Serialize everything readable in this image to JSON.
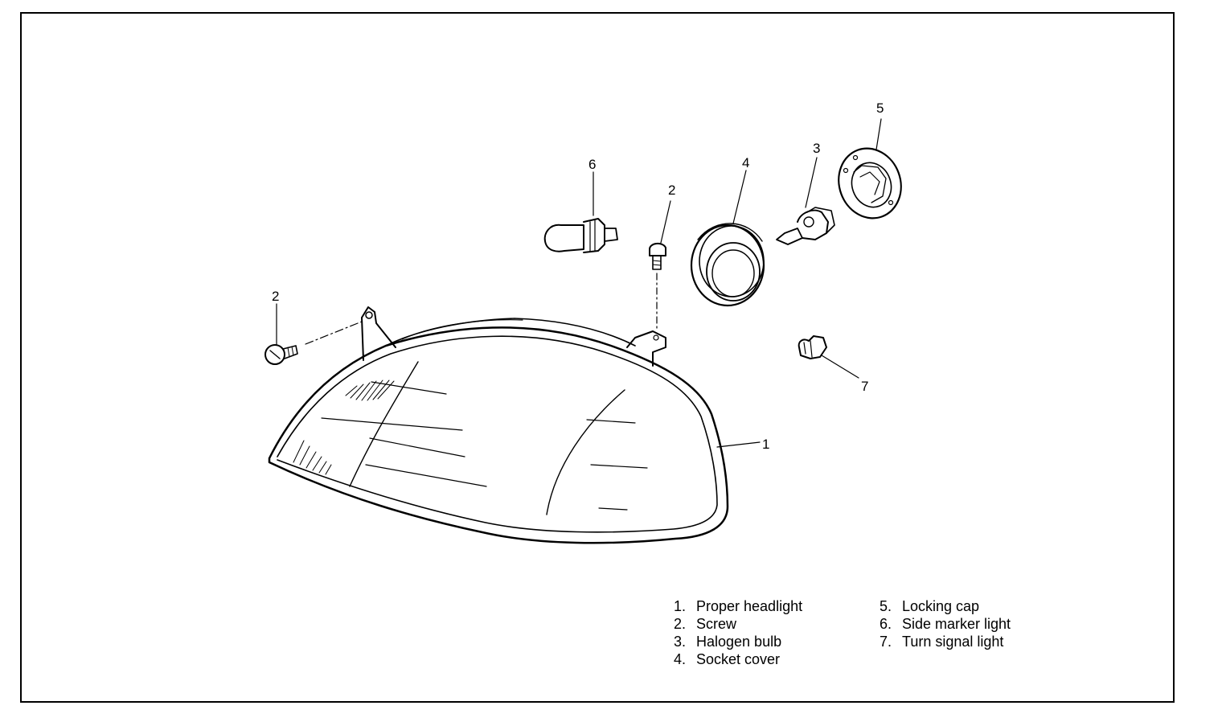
{
  "callouts": {
    "c1": "1",
    "c2a": "2",
    "c2b": "2",
    "c3": "3",
    "c4": "4",
    "c5": "5",
    "c6": "6",
    "c7": "7"
  },
  "legend": {
    "left": [
      {
        "num": "1.",
        "label": "Proper headlight"
      },
      {
        "num": "2.",
        "label": "Screw"
      },
      {
        "num": "3.",
        "label": "Halogen bulb"
      },
      {
        "num": "4.",
        "label": "Socket cover"
      }
    ],
    "right": [
      {
        "num": "5.",
        "label": "Locking cap"
      },
      {
        "num": "6.",
        "label": "Side marker light"
      },
      {
        "num": "7.",
        "label": "Turn signal light"
      }
    ]
  }
}
